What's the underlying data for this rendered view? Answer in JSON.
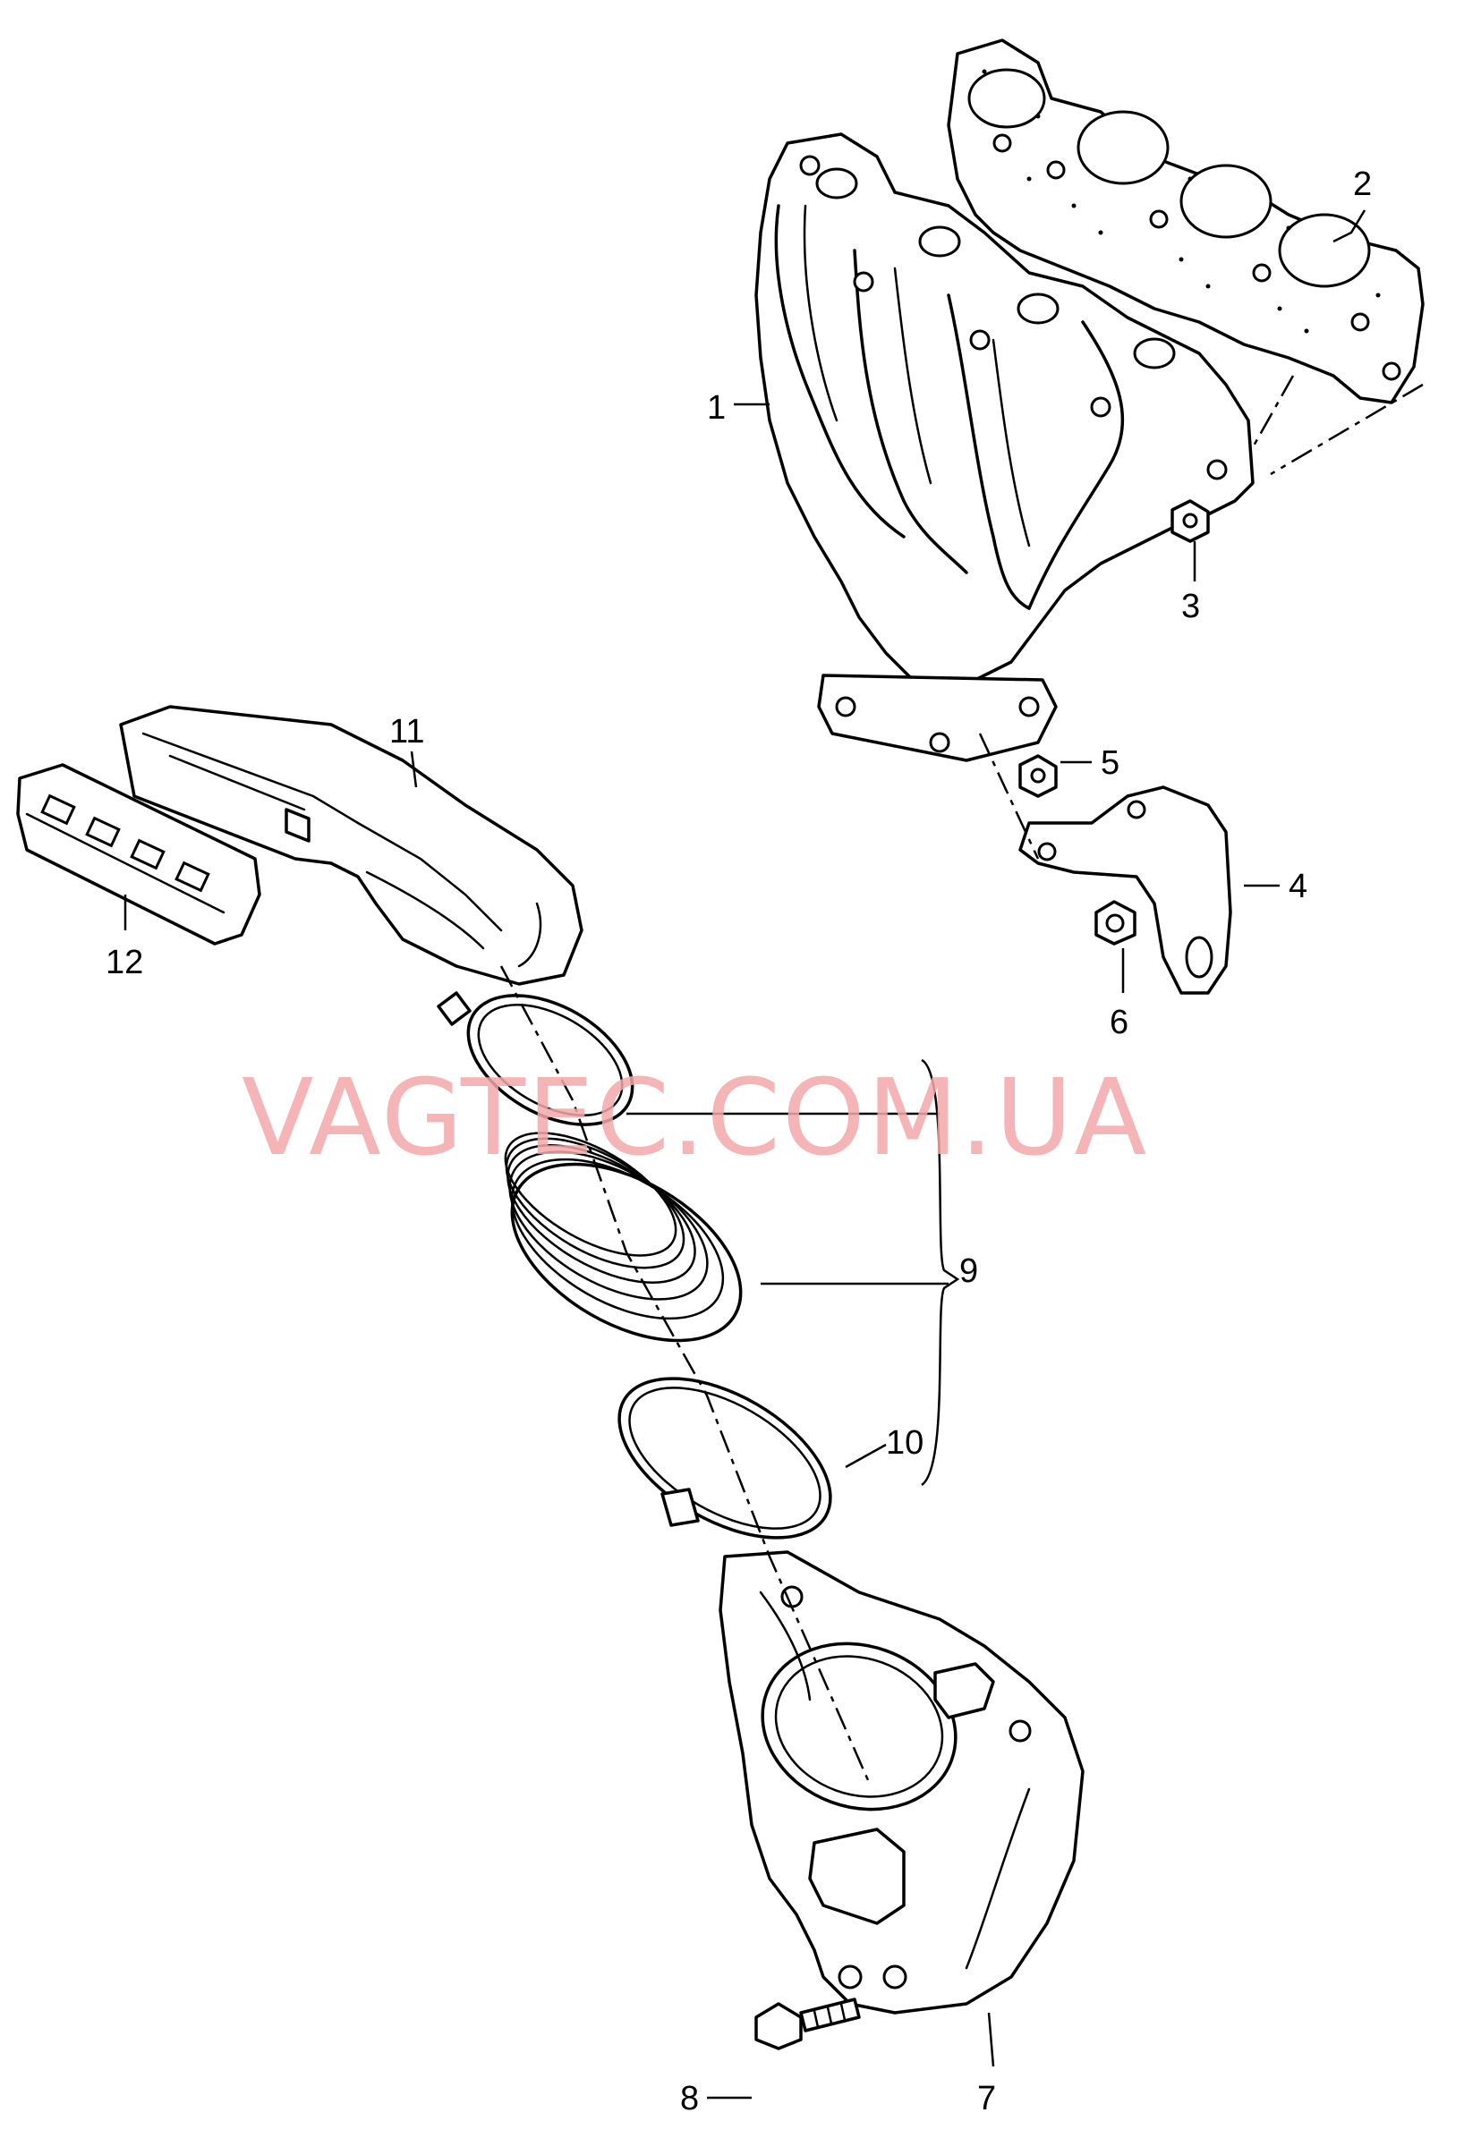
{
  "watermark": "VAGTEC.COM.UA",
  "callouts": [
    {
      "id": "1",
      "label": "1"
    },
    {
      "id": "2",
      "label": "2"
    },
    {
      "id": "3",
      "label": "3"
    },
    {
      "id": "4",
      "label": "4"
    },
    {
      "id": "5",
      "label": "5"
    },
    {
      "id": "6",
      "label": "6"
    },
    {
      "id": "7",
      "label": "7"
    },
    {
      "id": "8",
      "label": "8"
    },
    {
      "id": "9",
      "label": "9"
    },
    {
      "id": "10",
      "label": "10"
    },
    {
      "id": "11",
      "label": "11"
    },
    {
      "id": "12",
      "label": "12"
    }
  ],
  "colors": {
    "watermark": "#f4a9ab",
    "line": "#000000",
    "background": "#ffffff"
  }
}
